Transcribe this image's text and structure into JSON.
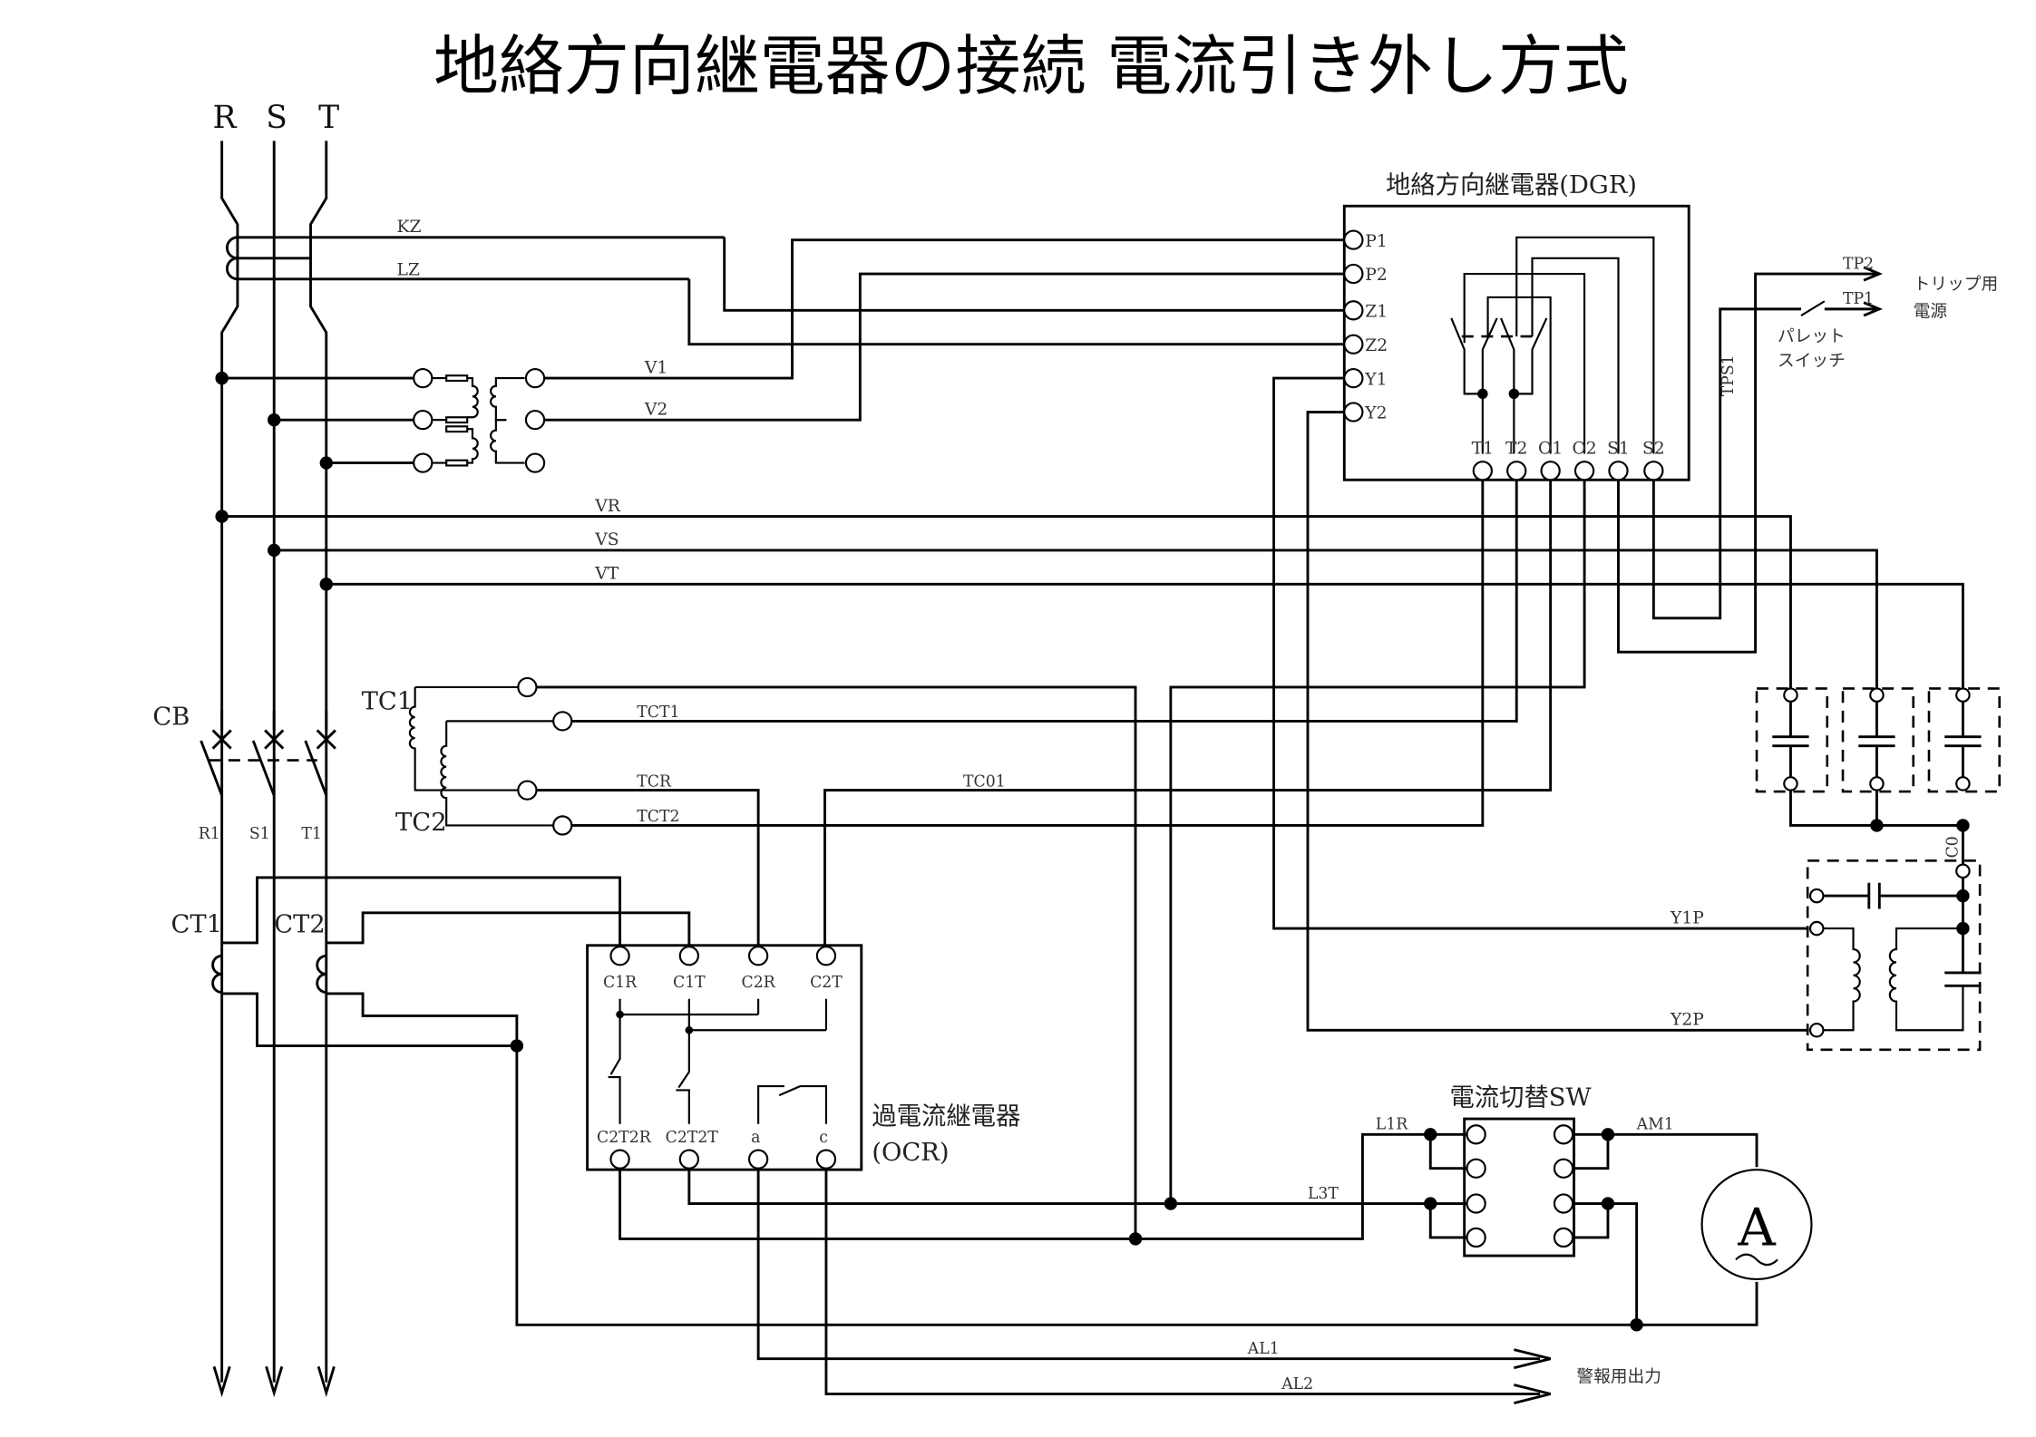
{
  "title": "地絡方向継電器の接続 電流引き外し方式",
  "phases": [
    "R",
    "S",
    "T"
  ],
  "cb_label": "CB",
  "load_labels": [
    "R1",
    "S1",
    "T1"
  ],
  "ct_labels": [
    "CT1",
    "CT2"
  ],
  "zct_lines": [
    "KZ",
    "LZ"
  ],
  "vt_lines": [
    "V1",
    "V2"
  ],
  "voltage_lines": [
    "VR",
    "VS",
    "VT"
  ],
  "trip_coils": [
    "TC1",
    "TC2"
  ],
  "trip_lines": [
    "TCT1",
    "TCR",
    "TCT2",
    "TC01"
  ],
  "dgr": {
    "title": "地絡方向継電器(DGR)",
    "left_terminals": [
      "P1",
      "P2",
      "Z1",
      "Z2",
      "Y1",
      "Y2"
    ],
    "bottom_terminals": [
      "T1",
      "T2",
      "O1",
      "O2",
      "S1",
      "S2"
    ]
  },
  "trip_power": {
    "lines": [
      "TP2",
      "TP1"
    ],
    "tps_label": "TPS1",
    "label_line1": "トリップ用",
    "label_line2": "電源",
    "switch_line1": "パレット",
    "switch_line2": "スイッチ"
  },
  "co_label": "C0",
  "filter_lines": [
    "Y1P",
    "Y2P"
  ],
  "ocr": {
    "title": "過電流継電器",
    "subtitle": "(OCR)",
    "top_terminals": [
      "C1R",
      "C1T",
      "C2R",
      "C2T"
    ],
    "bottom_terminals": [
      "C2T2R",
      "C2T2T",
      "a",
      "c"
    ]
  },
  "switch": {
    "title": "電流切替SW",
    "lines": [
      "L1R",
      "L3T",
      "AM1"
    ]
  },
  "ammeter": {
    "symbol": "A",
    "wave": "~"
  },
  "alarm": {
    "lines": [
      "AL1",
      "AL2"
    ],
    "label": "警報用出力"
  }
}
